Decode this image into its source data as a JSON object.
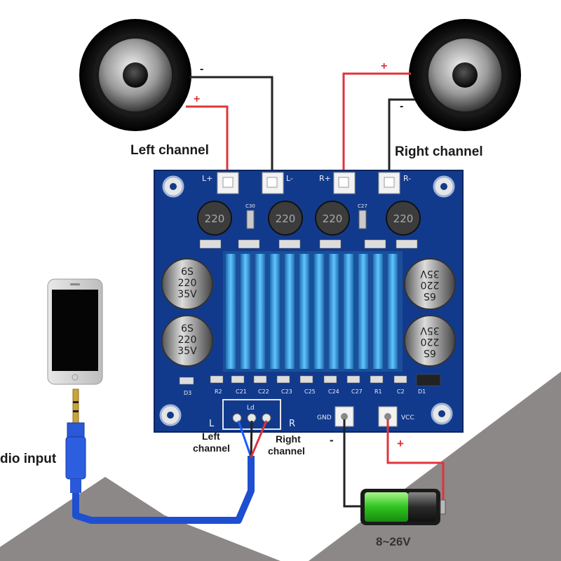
{
  "labels": {
    "left_channel": "Left channel",
    "right_channel": "Right channel",
    "audio_input": "dio input",
    "input_left": "Left\nchannel",
    "input_right": "Right\nchannel",
    "voltage": "8~26V",
    "plus": "+",
    "minus": "-"
  },
  "board": {
    "out_pins": [
      "L+",
      "L-",
      "R+",
      "R-"
    ],
    "caps": [
      "6S\n220\n35V",
      "6S\n220\n35V",
      "6S\n220\n35V",
      "6S\n220\n35V"
    ],
    "inductors": [
      "220",
      "220",
      "220",
      "220"
    ],
    "row_labels": [
      "D3",
      "R2",
      "C21",
      "C22",
      "C23",
      "C25",
      "C24",
      "C27",
      "R1",
      "C2",
      "D1"
    ],
    "input_silk": {
      "l": "L",
      "r": "R",
      "mid": "Ld"
    },
    "power_pins": {
      "gnd": "GND",
      "vcc": "VCC"
    },
    "cap_small": [
      "C30",
      "C27"
    ]
  },
  "colors": {
    "pcb": "#123a8c",
    "heatsink": "#3aa0e0",
    "wire_red": "#e0343a",
    "wire_black": "#222222",
    "cable": "#1e4fd0",
    "battery_green": "#3ed43a"
  }
}
